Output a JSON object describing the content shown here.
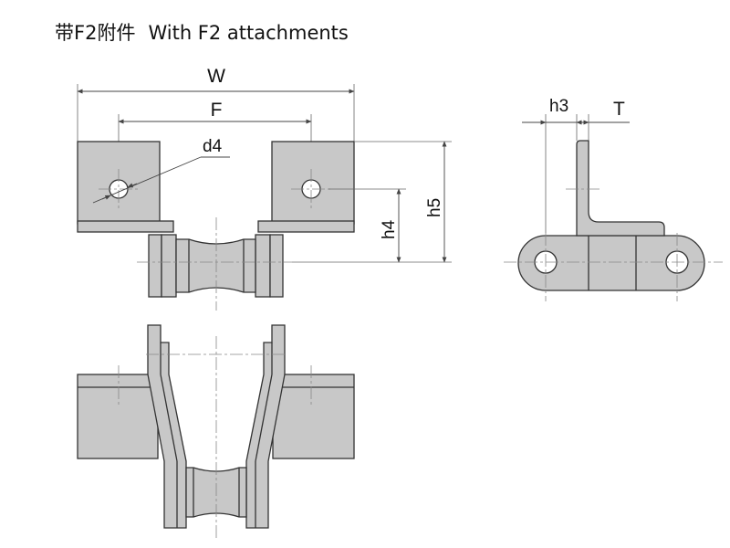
{
  "title": {
    "cn": "带F2附件",
    "en": "With F2 attachments"
  },
  "dimensions": {
    "W": "W",
    "F": "F",
    "d4": "d4",
    "h3": "h3",
    "T": "T",
    "h4": "h4",
    "h5": "h5"
  },
  "colors": {
    "part_fill": "#c8c8c8",
    "outline": "#333333",
    "dim_line": "#555555",
    "center_line": "#888888"
  }
}
